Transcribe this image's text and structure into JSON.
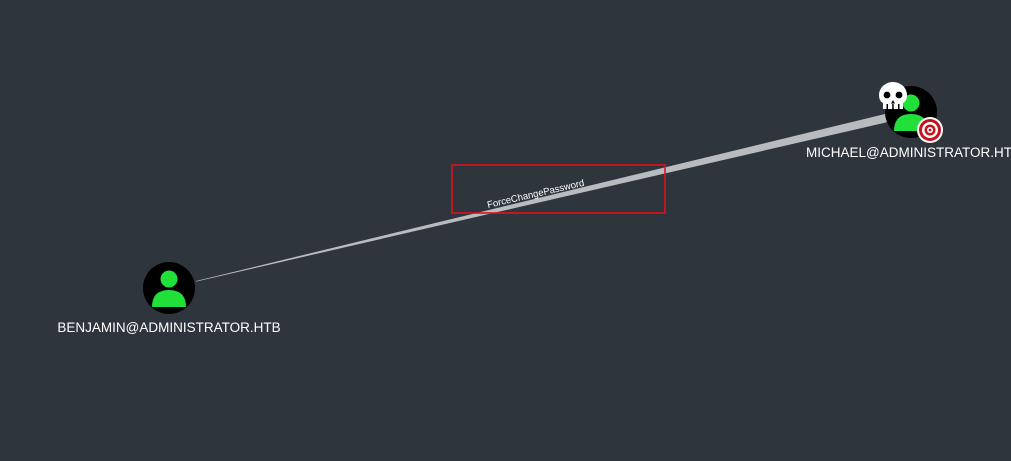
{
  "graph": {
    "nodes": [
      {
        "id": "benjamin",
        "label": "BENJAMIN@ADMINISTRATOR.HTB",
        "type": "user",
        "owned": false,
        "target": false
      },
      {
        "id": "michael",
        "label": "MICHAEL@ADMINISTRATOR.HTB",
        "type": "user",
        "owned": true,
        "target": true
      }
    ],
    "edges": [
      {
        "from": "benjamin",
        "to": "michael",
        "label": "ForceChangePassword",
        "highlighted": true
      }
    ]
  },
  "colors": {
    "background": "#2f353d",
    "node_fill": "#000000",
    "user_icon": "#22e03a",
    "edge": "#b9bcbf",
    "highlight_box": "#e0121b",
    "label_text": "#ffffff",
    "target_red": "#c4141c"
  },
  "icons": {
    "user": "user-icon",
    "owned": "skull-icon",
    "target": "target-icon"
  }
}
